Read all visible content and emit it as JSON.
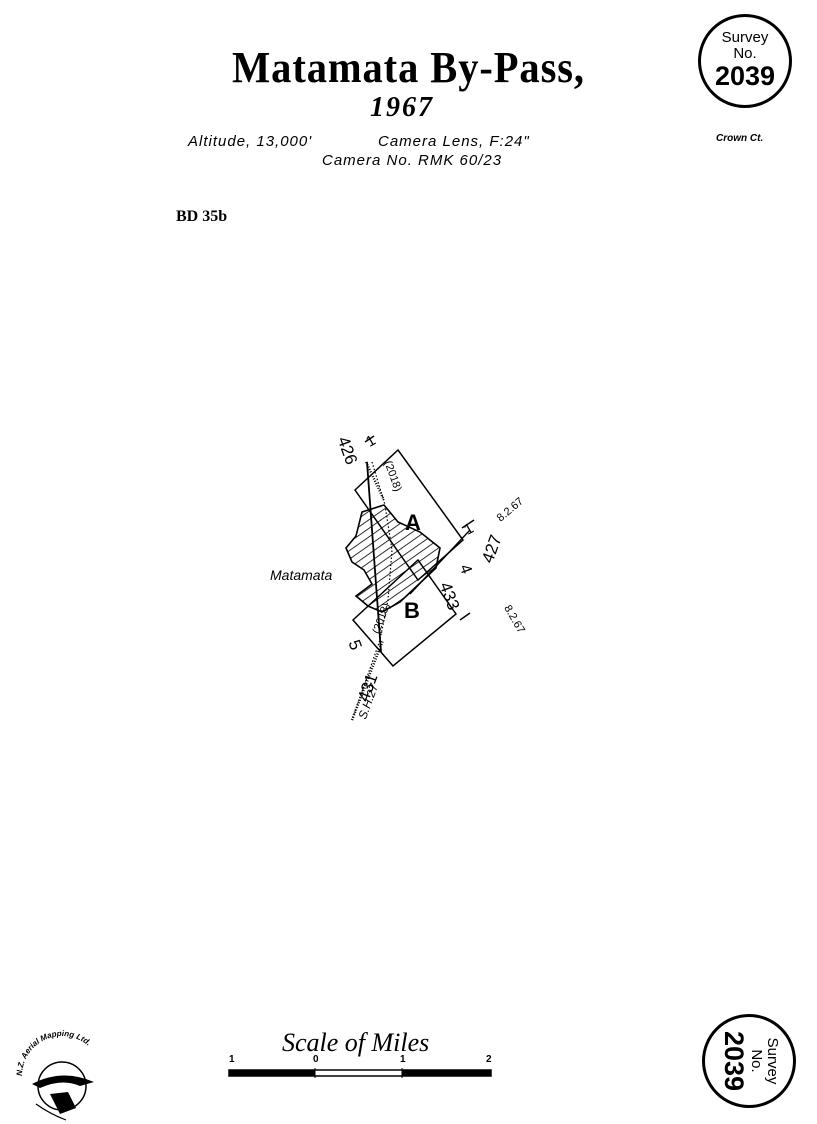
{
  "header": {
    "title": "Matamata By-Pass,",
    "year": "1967",
    "altitude": "Altitude, 13,000'",
    "camera_lens": "Camera Lens, F:24\"",
    "camera_no": "Camera No. RMK 60/23",
    "crown": "Crown Ct."
  },
  "reference": "BD 35b",
  "survey_stamp": {
    "line1": "Survey",
    "line2": "No.",
    "number": "2039"
  },
  "map": {
    "place": "Matamata",
    "run_labels": [
      "A",
      "B"
    ],
    "run_numbers": [
      "426",
      "427",
      "431",
      "433",
      "1",
      "1",
      "4",
      "5"
    ],
    "flight_refs": [
      "(2018)",
      "(2018)"
    ],
    "dates": [
      "8.2.67",
      "8.2.67"
    ],
    "highway": "S.H.27"
  },
  "scale": {
    "title": "Scale of Miles",
    "ticks": [
      "1",
      "0",
      "1",
      "2"
    ]
  },
  "logo_text": "N.Z. Aerial Mapping Ltd."
}
